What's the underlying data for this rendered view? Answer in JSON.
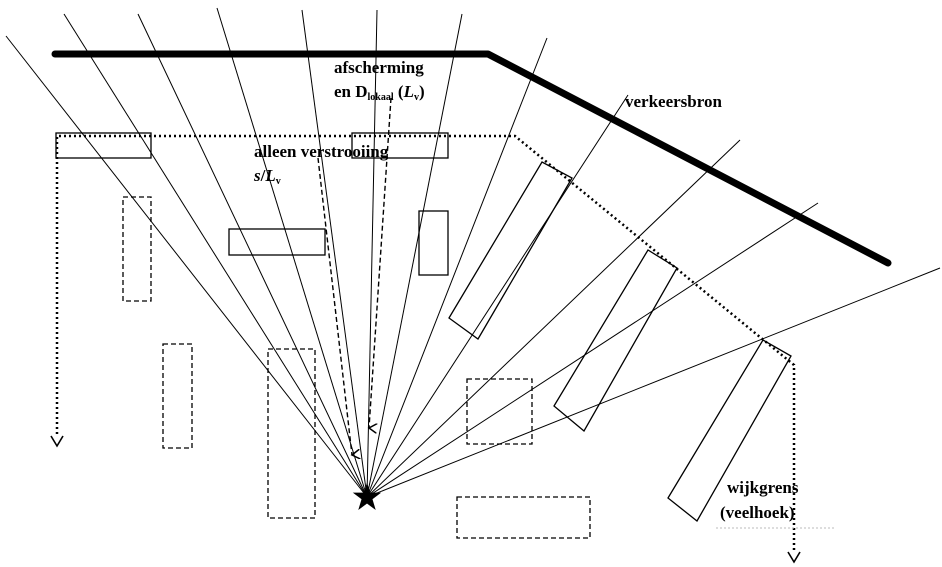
{
  "labels": {
    "shielding_line1": "afscherming",
    "shielding_line2_prefix": "en D",
    "shielding_line2_sub": "lokaal",
    "shielding_line2_paren_open": " (",
    "shielding_line2_L": "L",
    "shielding_line2_Lsub": "v",
    "shielding_line2_paren_close": ")",
    "scatter_line1": "alleen verstrooiing",
    "scatter_s": "s",
    "scatter_slash": "/",
    "scatter_L": "L",
    "scatter_Lsub": "v",
    "source": "verkeersbron",
    "boundary_line1": "wijkgrens",
    "boundary_line2": "(veelhoek)"
  },
  "colors": {
    "ink": "#000000",
    "background": "#ffffff"
  }
}
